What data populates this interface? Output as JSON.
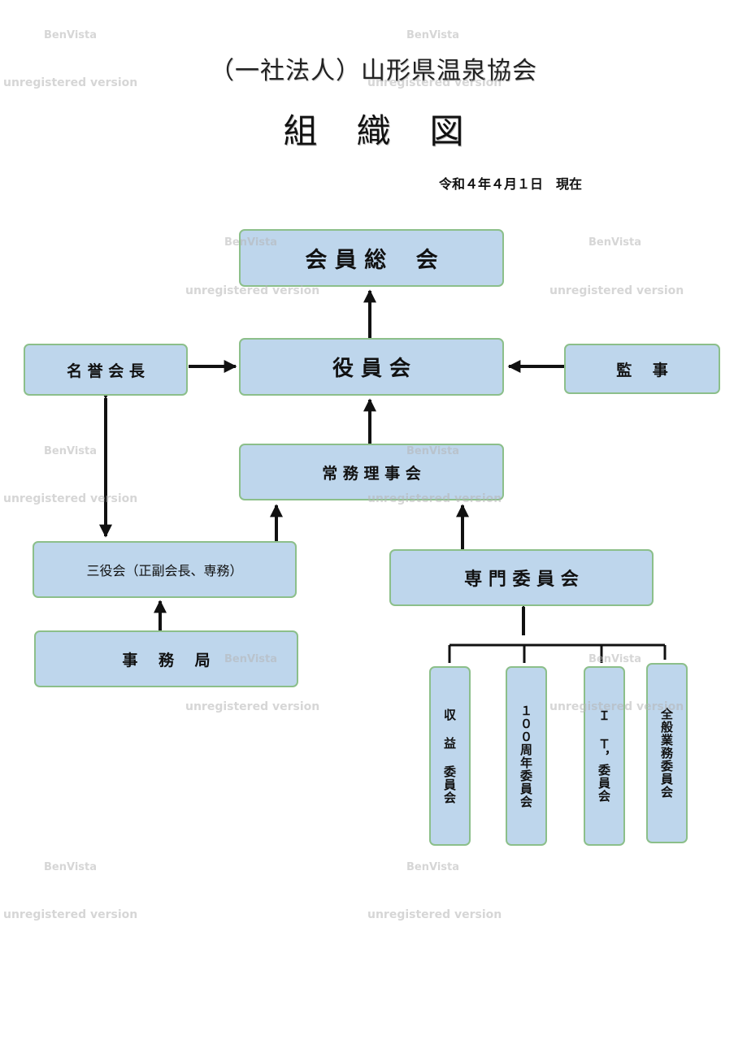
{
  "header": {
    "title": "（一社法人）山形県温泉協会",
    "subtitle": "組織図",
    "date": "令和４年４月１日　現在"
  },
  "nodes": {
    "general_assembly": "会 員 総 　会",
    "board": "役 員 会",
    "honorary_president": "名 誉 会 長",
    "auditor": "監 　事",
    "executive_board": "常 務 理 事 会",
    "three_officers": "三役会（正副会長、専務）",
    "expert_committee": "専 門 委 員 会",
    "secretariat": "事 　務 　局",
    "committee_revenue": "収 益 委員会",
    "committee_100th": "１００周年委員会",
    "committee_it": "Ｉ Ｔ，委員会",
    "committee_safety": "全般業務委員会"
  },
  "watermark": {
    "brand": "BenVista",
    "text": "unregistered version"
  },
  "colors": {
    "box_fill": "#bed6ec",
    "box_border": "#8cbf8a",
    "line": "#111111"
  }
}
